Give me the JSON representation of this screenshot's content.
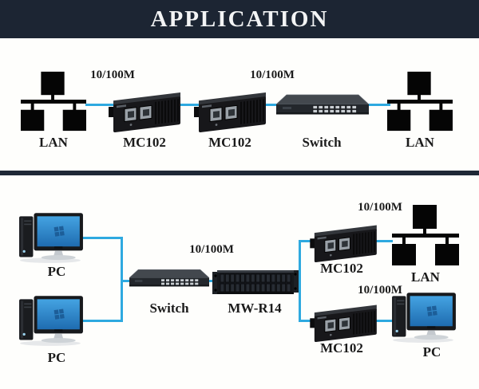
{
  "banner": {
    "title": "APPLICATION"
  },
  "colors": {
    "banner_bg": "#1c2533",
    "link_line": "#2ea9e0",
    "icon_black": "#050505"
  },
  "top_diagram": {
    "speed1": "10/100M",
    "speed2": "10/100M",
    "labels": {
      "lan_left": "LAN",
      "converter1": "MC102",
      "converter2": "MC102",
      "switch": "Switch",
      "lan_right": "LAN"
    }
  },
  "bottom_diagram": {
    "speed_center": "10/100M",
    "speed_top_right": "10/100M",
    "speed_bottom_right": "10/100M",
    "labels": {
      "pc1": "PC",
      "pc2": "PC",
      "switch": "Switch",
      "rack": "MW-R14",
      "converter_top": "MC102",
      "converter_bottom": "MC102",
      "lan": "LAN",
      "pc3": "PC"
    }
  }
}
